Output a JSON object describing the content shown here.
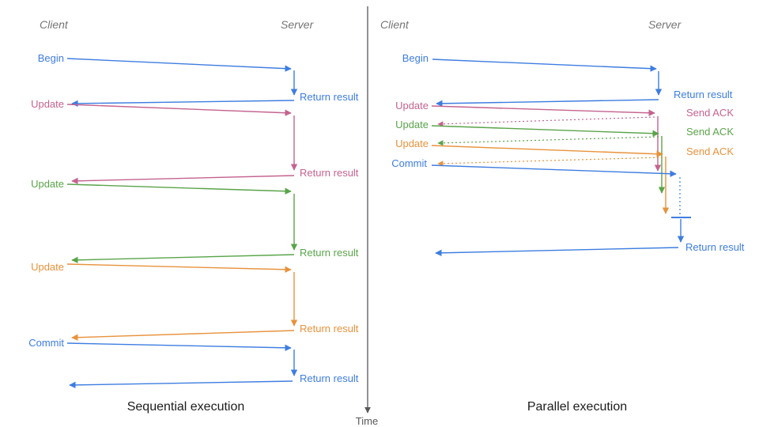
{
  "colors": {
    "blue": "#3e7de0",
    "pink": "#c4638f",
    "green": "#5aa44a",
    "orange": "#e8923c",
    "axis": "#58585a",
    "header_gray": "#757575",
    "title_black": "#1c1c1c"
  },
  "time_axis": {
    "label": "Time"
  },
  "left": {
    "title": "Sequential execution",
    "client_header": "Client",
    "server_header": "Server",
    "messages": [
      {
        "label": "Begin",
        "color": "blue",
        "response": "Return result"
      },
      {
        "label": "Update",
        "color": "pink",
        "response": "Return result"
      },
      {
        "label": "Update",
        "color": "green",
        "response": "Return result"
      },
      {
        "label": "Update",
        "color": "orange",
        "response": "Return result"
      },
      {
        "label": "Commit",
        "color": "blue",
        "response": "Return result"
      }
    ]
  },
  "right": {
    "title": "Parallel execution",
    "client_header": "Client",
    "server_header": "Server",
    "messages": [
      {
        "label": "Begin",
        "color": "blue",
        "response": "Return result"
      },
      {
        "label": "Update",
        "color": "pink",
        "response": "Send ACK"
      },
      {
        "label": "Update",
        "color": "green",
        "response": "Send ACK"
      },
      {
        "label": "Update",
        "color": "orange",
        "response": "Send ACK"
      },
      {
        "label": "Commit",
        "color": "blue",
        "response": "Return result"
      }
    ]
  }
}
